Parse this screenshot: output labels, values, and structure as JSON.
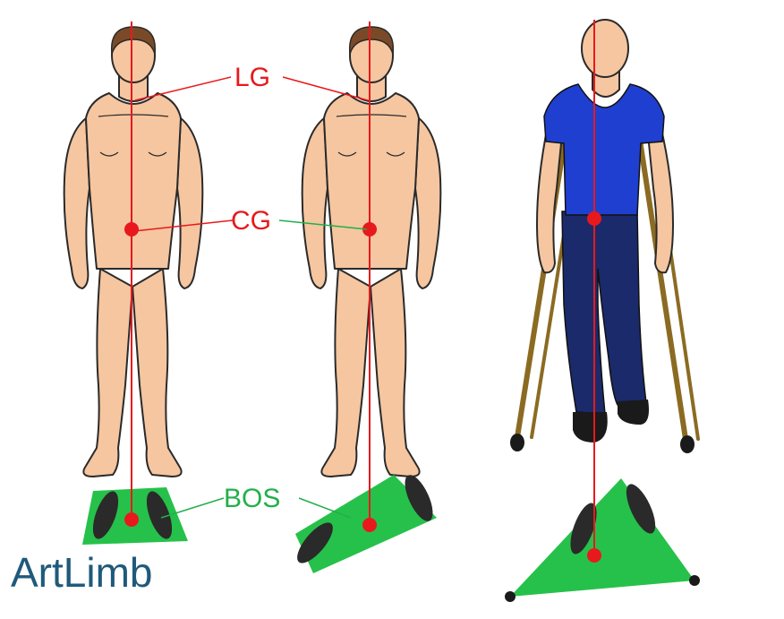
{
  "labels": {
    "line_of_gravity": "LG",
    "center_of_gravity": "CG",
    "base_of_support": "BOS"
  },
  "logo": {
    "text": "ArtLimb"
  },
  "figures": [
    {
      "name": "feet-together"
    },
    {
      "name": "staggered-stance"
    },
    {
      "name": "crutches"
    }
  ],
  "colors": {
    "skin": "#f5c6a0",
    "skin_outline": "#2a2a2a",
    "hair": "#7a4a28",
    "gravity_line": "#e8191c",
    "center_dot": "#e8191c",
    "label_red": "#e8191c",
    "label_green": "#22b04a",
    "base_fill": "#26c14a",
    "footprint": "#2a2a2a",
    "shirt": "#1f3fd0",
    "pants": "#1b2a6b",
    "shoes": "#1a1a1a",
    "crutch": "#8b6b22",
    "logo": "#1f5a7a"
  }
}
